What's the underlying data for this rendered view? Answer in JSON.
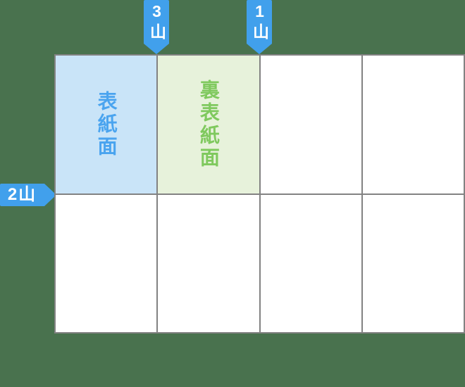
{
  "diagram": {
    "type": "fold-layout-guide",
    "background_color": "#49724E",
    "sheet": {
      "columns": 4,
      "rows": 2,
      "line_color": "#828282",
      "panel_color": "#FFFFFF",
      "labeled_panels": [
        {
          "label": "表紙面",
          "meaning": "front cover panel",
          "bg_color": "#C9E4F8",
          "text_color": "#4AA4EF",
          "row": 1,
          "col": 1
        },
        {
          "label": "裏表紙面",
          "meaning": "back cover panel",
          "bg_color": "#E7F2DB",
          "text_color": "#7FC95E",
          "row": 1,
          "col": 2
        }
      ]
    },
    "fold_markers": {
      "color": "#41A0EC",
      "text_color": "#FFFFFF",
      "items": [
        {
          "label": "3山",
          "direction": "down",
          "target": "divider between column 1 and 2"
        },
        {
          "label": "1山",
          "direction": "down",
          "target": "divider between column 2 and 3"
        },
        {
          "label": "2山",
          "direction": "right",
          "target": "horizontal middle divider at left edge"
        }
      ]
    }
  }
}
